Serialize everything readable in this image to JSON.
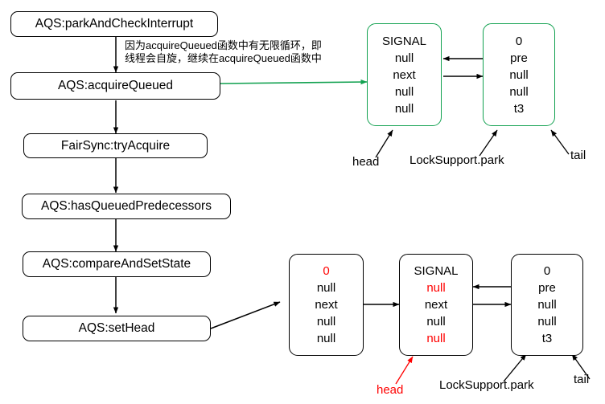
{
  "diagram": {
    "title": "AQS parkAndCheckInterrupt flow with CLH queue node states",
    "flow_steps": [
      {
        "label": "AQS:parkAndCheckInterrupt"
      },
      {
        "label": "AQS:acquireQueued"
      },
      {
        "label": "FairSync:tryAcquire"
      },
      {
        "label": "AQS:hasQueuedPredecessors"
      },
      {
        "label": "AQS:compareAndSetState"
      },
      {
        "label": "AQS:setHead"
      }
    ],
    "annotation": {
      "line1": "因为acquireQueued函数中有无限循环，即",
      "line2": "线程会自旋，继续在acquireQueued函数中"
    },
    "queue_top": {
      "nodes": [
        {
          "name": "head-node",
          "border_color": "#12a150",
          "cells": [
            {
              "text": "SIGNAL",
              "color": "#000000"
            },
            {
              "text": "null",
              "color": "#000000"
            },
            {
              "text": "next",
              "color": "#000000"
            },
            {
              "text": "null",
              "color": "#000000"
            },
            {
              "text": "null",
              "color": "#000000"
            }
          ]
        },
        {
          "name": "tail-node",
          "border_color": "#12a150",
          "cells": [
            {
              "text": "0",
              "color": "#000000"
            },
            {
              "text": "pre",
              "color": "#000000"
            },
            {
              "text": "null",
              "color": "#000000"
            },
            {
              "text": "null",
              "color": "#000000"
            },
            {
              "text": "t3",
              "color": "#000000"
            }
          ]
        }
      ],
      "labels": {
        "head": "head",
        "park": "LockSupport.park",
        "tail": "tail"
      }
    },
    "queue_bottom": {
      "nodes": [
        {
          "name": "old-head-node",
          "border_color": "#000000",
          "cells": [
            {
              "text": "0",
              "color": "#ff0000"
            },
            {
              "text": "null",
              "color": "#000000"
            },
            {
              "text": "next",
              "color": "#000000"
            },
            {
              "text": "null",
              "color": "#000000"
            },
            {
              "text": "null",
              "color": "#000000"
            }
          ]
        },
        {
          "name": "new-head-node",
          "border_color": "#000000",
          "cells": [
            {
              "text": "SIGNAL",
              "color": "#000000"
            },
            {
              "text": "null",
              "color": "#ff0000"
            },
            {
              "text": "next",
              "color": "#000000"
            },
            {
              "text": "null",
              "color": "#000000"
            },
            {
              "text": "null",
              "color": "#ff0000"
            }
          ]
        },
        {
          "name": "tail-node",
          "border_color": "#000000",
          "cells": [
            {
              "text": "0",
              "color": "#000000"
            },
            {
              "text": "pre",
              "color": "#000000"
            },
            {
              "text": "null",
              "color": "#000000"
            },
            {
              "text": "null",
              "color": "#000000"
            },
            {
              "text": "t3",
              "color": "#000000"
            }
          ]
        }
      ],
      "labels": {
        "head": "head",
        "park": "LockSupport.park",
        "tail": "tail"
      }
    },
    "colors": {
      "green_edge": "#12a150",
      "red_accent": "#ff0000",
      "black": "#000000"
    }
  }
}
